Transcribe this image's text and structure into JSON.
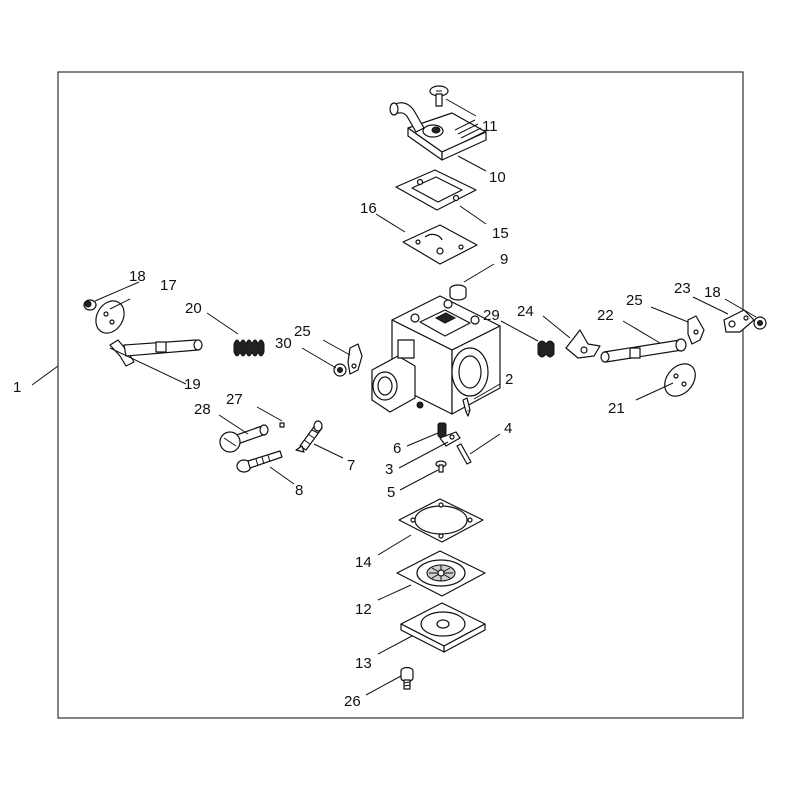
{
  "diagram": {
    "callouts": [
      {
        "id": "c1",
        "label": "1"
      },
      {
        "id": "c2",
        "label": "2"
      },
      {
        "id": "c3",
        "label": "3"
      },
      {
        "id": "c4",
        "label": "4"
      },
      {
        "id": "c5",
        "label": "5"
      },
      {
        "id": "c6",
        "label": "6"
      },
      {
        "id": "c7",
        "label": "7"
      },
      {
        "id": "c8",
        "label": "8"
      },
      {
        "id": "c9",
        "label": "9"
      },
      {
        "id": "c10",
        "label": "10"
      },
      {
        "id": "c11",
        "label": "11"
      },
      {
        "id": "c12",
        "label": "12"
      },
      {
        "id": "c13",
        "label": "13"
      },
      {
        "id": "c14",
        "label": "14"
      },
      {
        "id": "c15",
        "label": "15"
      },
      {
        "id": "c16",
        "label": "16"
      },
      {
        "id": "c17",
        "label": "17"
      },
      {
        "id": "c18a",
        "label": "18"
      },
      {
        "id": "c18b",
        "label": "18"
      },
      {
        "id": "c19",
        "label": "19"
      },
      {
        "id": "c20",
        "label": "20"
      },
      {
        "id": "c21",
        "label": "21"
      },
      {
        "id": "c22",
        "label": "22"
      },
      {
        "id": "c23",
        "label": "23"
      },
      {
        "id": "c24",
        "label": "24"
      },
      {
        "id": "c25a",
        "label": "25"
      },
      {
        "id": "c25b",
        "label": "25"
      },
      {
        "id": "c26",
        "label": "26"
      },
      {
        "id": "c27",
        "label": "27"
      },
      {
        "id": "c28",
        "label": "28"
      },
      {
        "id": "c29",
        "label": "29"
      },
      {
        "id": "c30",
        "label": "30"
      }
    ]
  }
}
